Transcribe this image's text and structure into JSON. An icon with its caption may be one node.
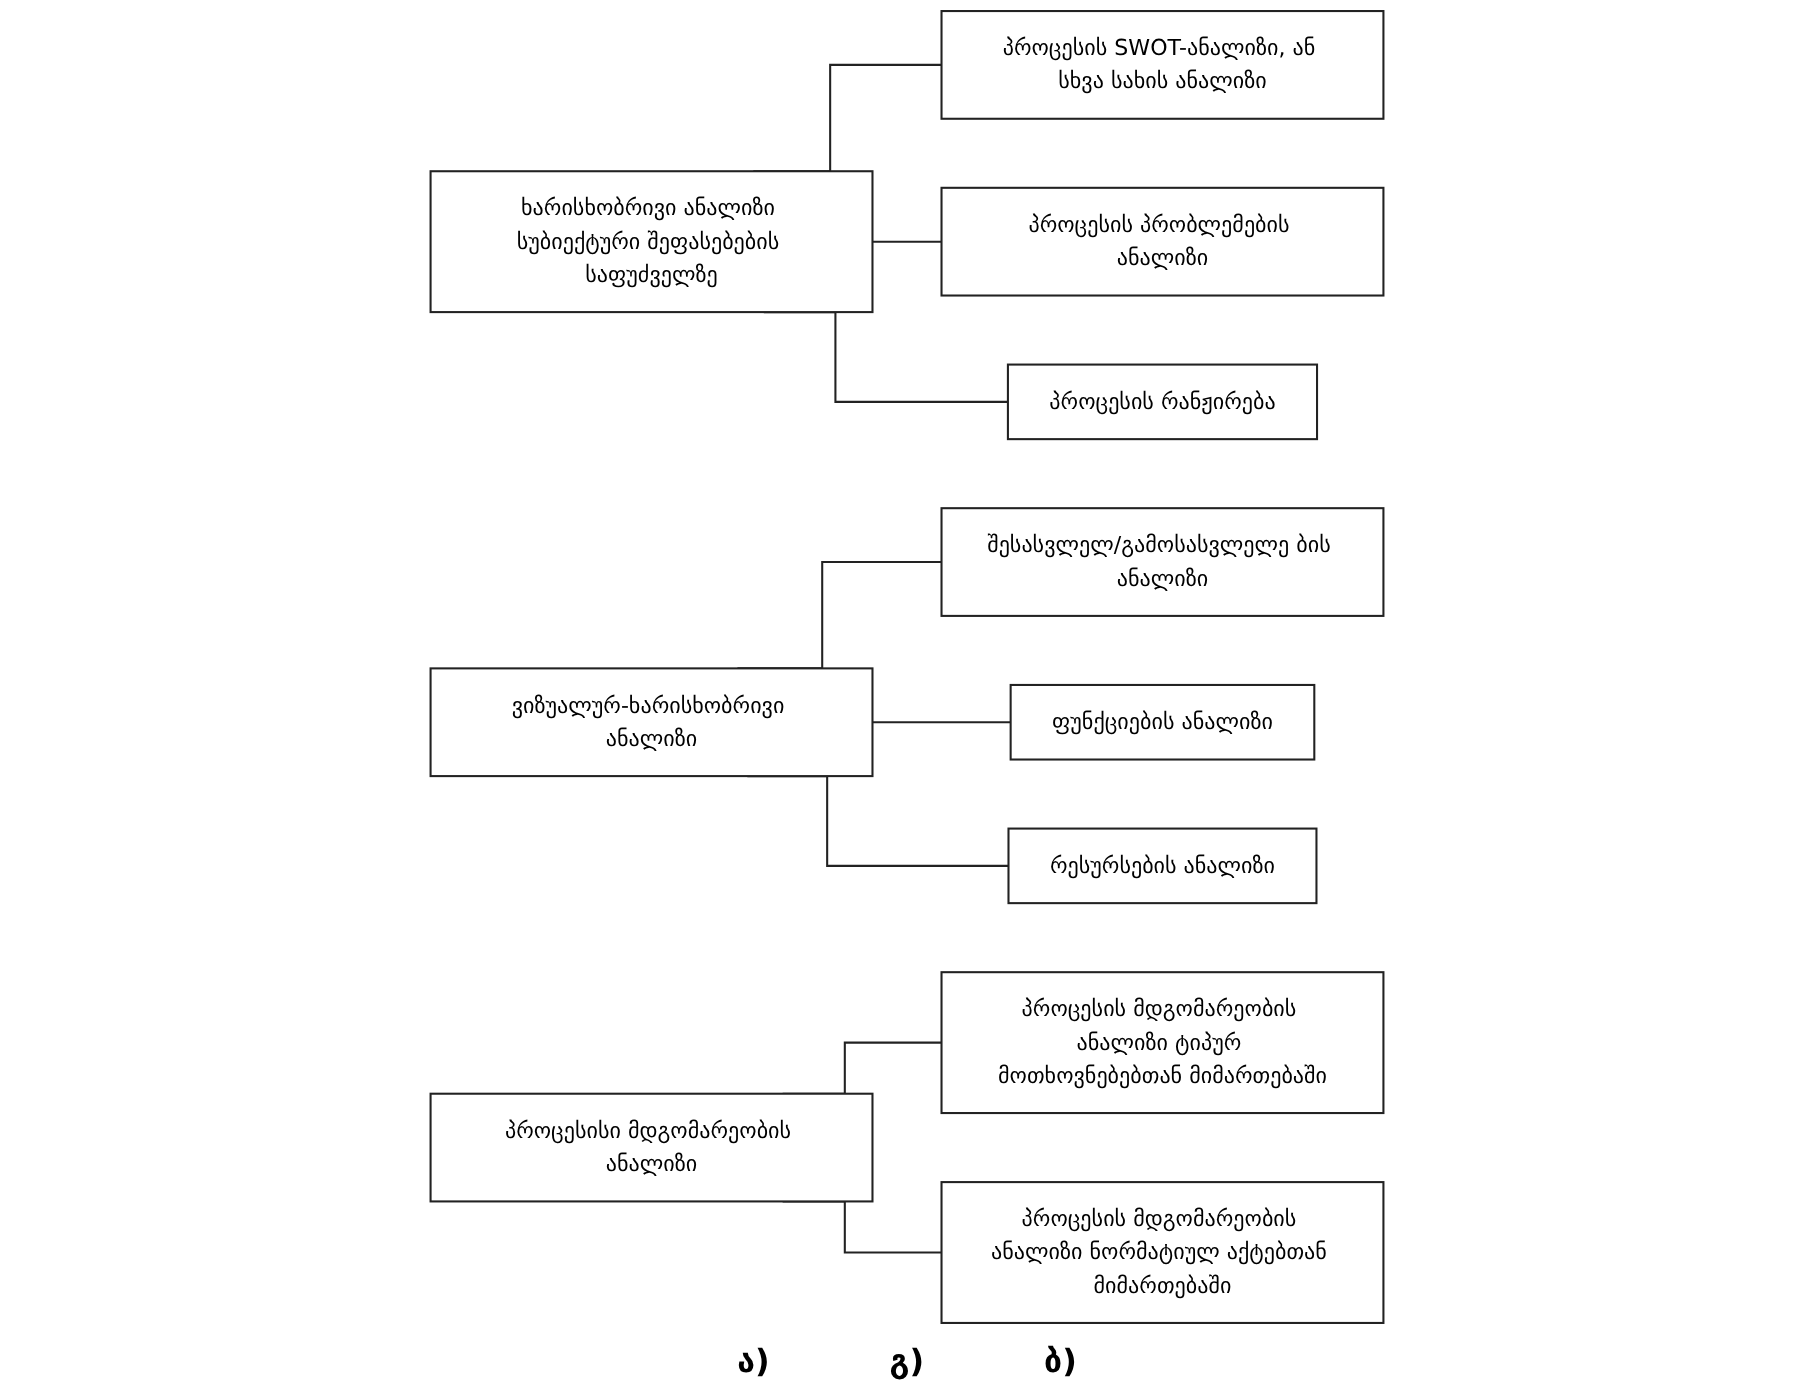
{
  "diagram": {
    "nodes": [
      {
        "text": [
          "ხარისხობრივი ანალიზი სუბიექტური შეფასებების საფუძველზე"
        ]
      },
      {
        "text": [
          "პროცესის SWOT-ანალიზი, ან სხვა სახის ანალიზი"
        ]
      },
      {
        "text": [
          "პროცესის პრობლემების ანალიზი"
        ]
      },
      {
        "text": [
          "პროცესის რანჟირება"
        ]
      },
      {
        "text": [
          "ვიზუალურ-ხარისხობრივი ანალიზი"
        ]
      },
      {
        "text": [
          "შესასვლელ/გამოსასვლელე ბის ანალიზი"
        ]
      },
      {
        "text": [
          "ფუნქციების ანალიზი"
        ]
      },
      {
        "text": [
          "რესურსების ანალიზი"
        ]
      },
      {
        "text": [
          "პროცესისი მდგომარეობის ანალიზი"
        ]
      },
      {
        "text": [
          "პროცესის მდგომარეობის ანალიზი ტიპურ მოთხოვნებებთან მიმართებაში"
        ]
      },
      {
        "text": [
          "პროცესის მდგომარეობის ანალიზი ნორმატიულ აქტებთან მიმართებაში"
        ]
      }
    ],
    "edges": [
      {
        "from": 0,
        "to": 1,
        "arrow": "none"
      },
      {
        "from": 0,
        "to": 2,
        "arrow": "none"
      },
      {
        "from": 0,
        "to": 3,
        "arrow": "none"
      },
      {
        "from": 4,
        "to": 5,
        "arrow": "none"
      },
      {
        "from": 4,
        "to": 6,
        "arrow": "none"
      },
      {
        "from": 4,
        "to": 7,
        "arrow": "none"
      },
      {
        "from": 8,
        "to": 9,
        "arrow": "none"
      },
      {
        "from": 8,
        "to": 10,
        "arrow": "none"
      }
    ],
    "labels": [
      "ა)",
      "გ)",
      "ბ)"
    ]
  }
}
